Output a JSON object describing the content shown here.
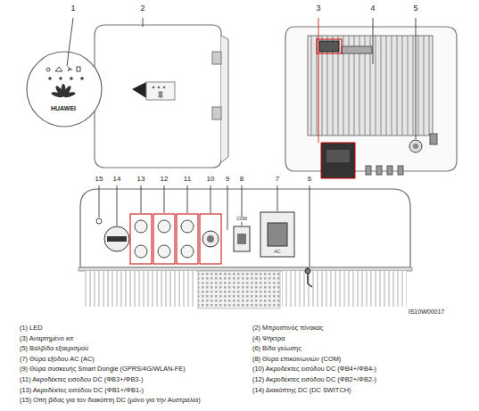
{
  "diagram": {
    "labels": [
      "1",
      "2",
      "3",
      "4",
      "5",
      "HUAWEI",
      "15",
      "14",
      "13",
      "12",
      "11",
      "10",
      "9",
      "8",
      "7",
      "6",
      "COM",
      "AC",
      "IS10W00017",
      "(1) LED",
      "(2) Μπροστινός πίνακας",
      "(3) Αναρτημένο κιτ",
      "(4) Ψήκτρα",
      "(5) Βαλβίδα εξαερισμού",
      "(6) Βίδα γείωσης",
      "(7) Θύρα εξόδου AC (AC)",
      "(8) Θύρα επικοινωνιών (COM)",
      "(9) Θύρα συσκευής Smart Dongle (GPRS/4G/WLAN-FE)",
      "(10) Ακροδέκτες εισόδου DC (ΦΒ4+/ΦΒ4-)",
      "(11) Ακροδέκτες εισόδου DC (ΦΒ3+/ΦΒ3-)",
      "(12) Ακροδέκτες εισόδου DC (ΦΒ2+/ΦΒ2-)",
      "(13) Ακροδέκτες εισόδου DC (ΦΒ1+/ΦΒ1-)",
      "(14) Διακόπτης DC (DC SWITCH)",
      "(15) Οπή βίδας για τον διακόπτη DC (μόνο για την Αυστραλία)"
    ]
  }
}
